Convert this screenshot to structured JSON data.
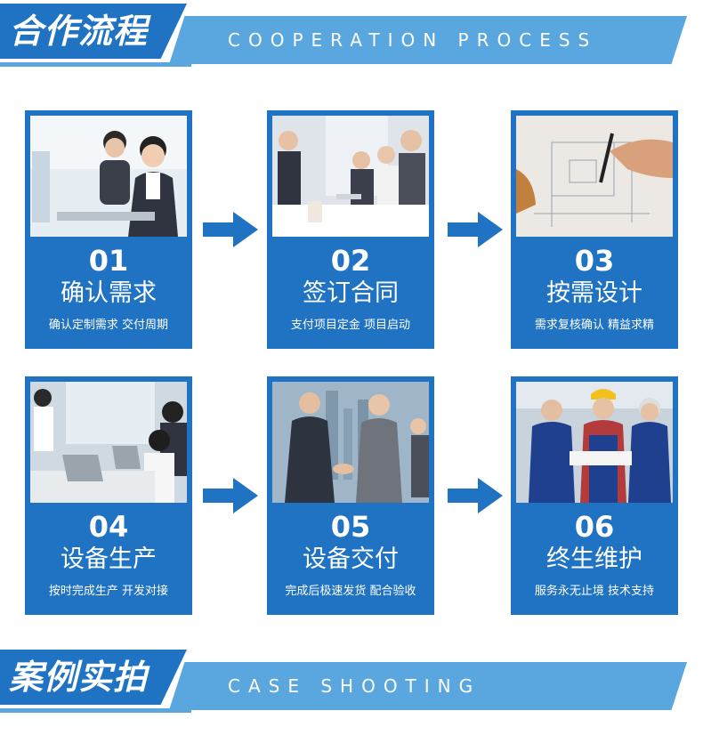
{
  "sections": {
    "process": {
      "title_cn": "合作流程",
      "title_en": "COOPERATION PROCESS"
    },
    "cases": {
      "title_cn": "案例实拍",
      "title_en": "CASE SHOOTING"
    }
  },
  "steps": [
    {
      "num": "01",
      "title": "确认需求",
      "sub": "确认定制需求 交付周期",
      "photo": "customer-service-photo-icon"
    },
    {
      "num": "02",
      "title": "签订合同",
      "sub": "支付项目定金 项目启动",
      "photo": "business-meeting-photo-icon"
    },
    {
      "num": "03",
      "title": "按需设计",
      "sub": "需求复核确认 精益求精",
      "photo": "blueprint-design-photo-icon"
    },
    {
      "num": "04",
      "title": "设备生产",
      "sub": "按时完成生产 开发对接",
      "photo": "office-team-photo-icon"
    },
    {
      "num": "05",
      "title": "设备交付",
      "sub": "完成后极速发货 配合验收",
      "photo": "handshake-photo-icon"
    },
    {
      "num": "06",
      "title": "终生维护",
      "sub": "服务永无止境 技术支持",
      "photo": "factory-workers-photo-icon"
    }
  ],
  "colors": {
    "card": "#1f73c2",
    "band": "#5aa6df",
    "arrow": "#1f73c2",
    "text": "#ffffff"
  }
}
